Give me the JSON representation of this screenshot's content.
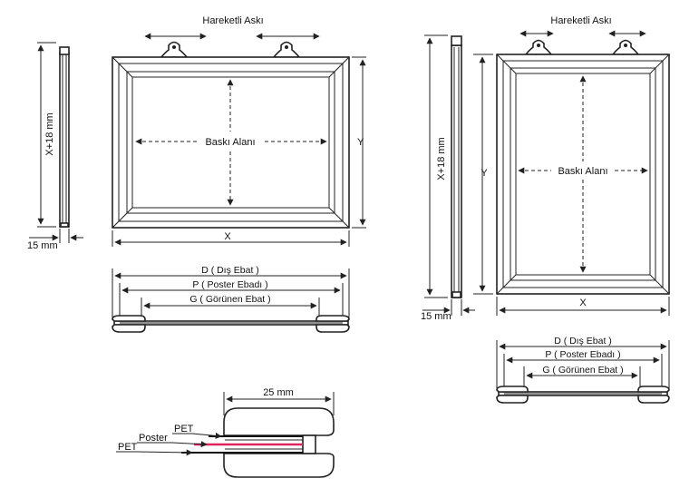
{
  "left_view": {
    "hanger_label": "Hareketli Askı",
    "print_area_label": "Baskı Alanı",
    "width_label": "X",
    "height_label": "Y",
    "side_height_label": "X+18 mm",
    "side_depth_label": "15 mm",
    "dims": {
      "outer": "D ( Dış Ebat )",
      "poster": "P ( Poster Ebadı )",
      "visible": "G ( Görünen Ebat )"
    }
  },
  "right_view": {
    "hanger_label": "Hareketli Askı",
    "print_area_label": "Baskı Alanı",
    "width_label": "X",
    "height_label": "Y",
    "side_height_label": "X+18 mm",
    "side_depth_label": "15 mm",
    "dims": {
      "outer": "D ( Dış Ebat )",
      "poster": "P ( Poster Ebadı )",
      "visible": "G ( Görünen Ebat )"
    }
  },
  "profile_detail": {
    "width_label": "25 mm",
    "layers": [
      "PET",
      "Poster",
      "PET"
    ],
    "poster_color": "#e0245e"
  },
  "colors": {
    "line": "#222222",
    "background": "#ffffff",
    "poster_layer": "#e0245e"
  }
}
